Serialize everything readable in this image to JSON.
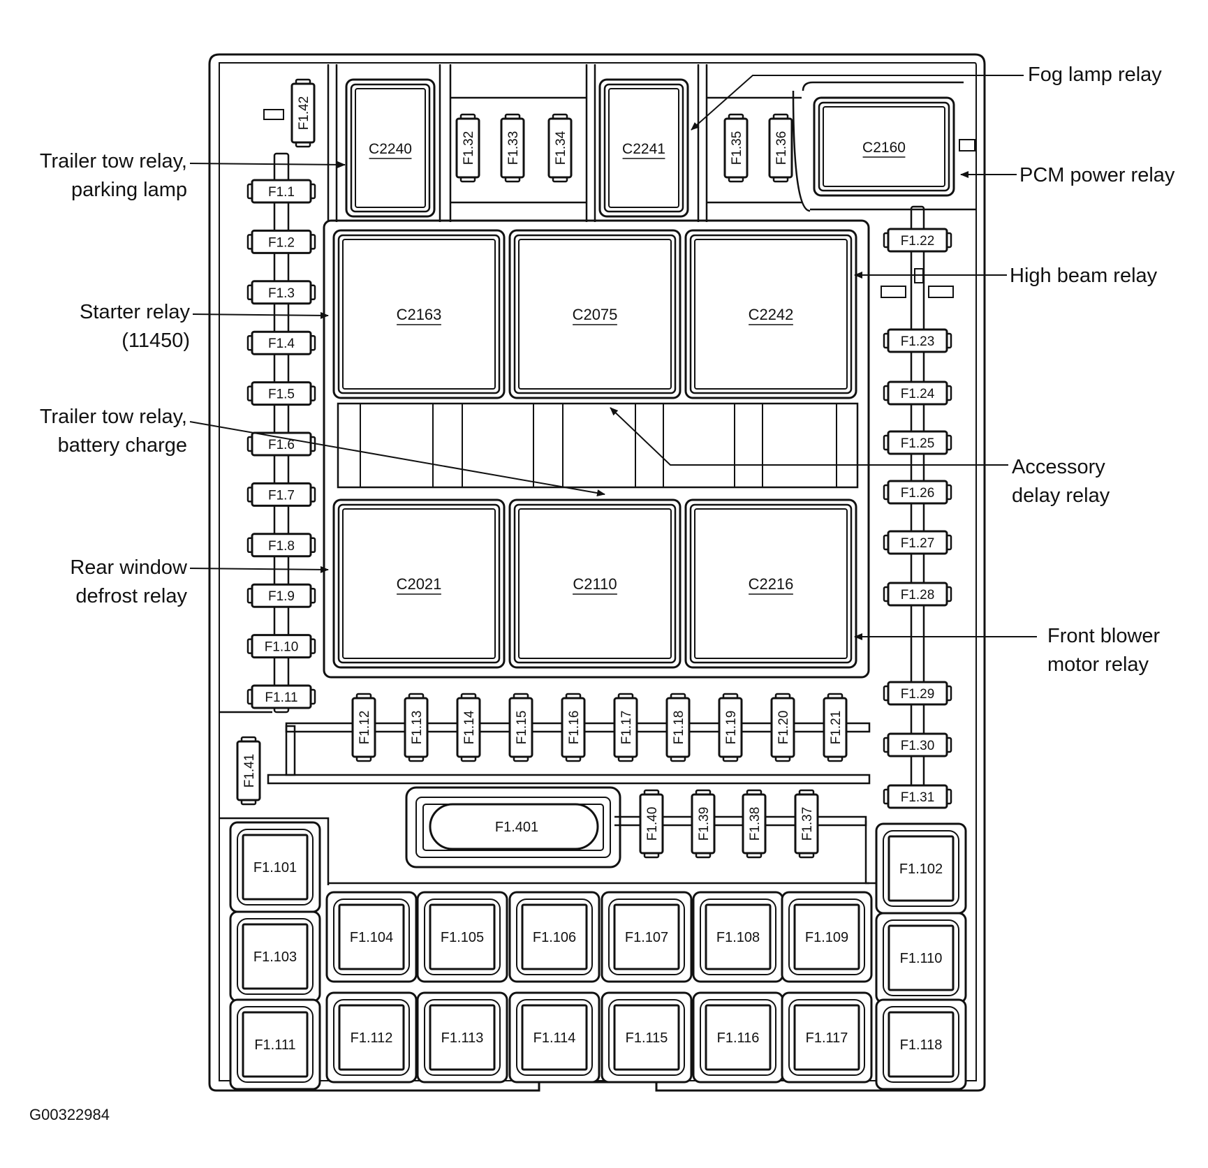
{
  "figure_id": "G00322984",
  "callouts": [
    {
      "id": "trailer-tow-parking",
      "lines": [
        "Trailer tow relay,",
        "parking lamp"
      ]
    },
    {
      "id": "starter",
      "lines": [
        "Starter relay",
        "(11450)"
      ]
    },
    {
      "id": "trailer-tow-battery",
      "lines": [
        "Trailer tow relay,",
        "battery charge"
      ]
    },
    {
      "id": "rear-window-defrost",
      "lines": [
        "Rear window",
        "defrost relay"
      ]
    },
    {
      "id": "fog-lamp",
      "lines": [
        "Fog lamp relay"
      ]
    },
    {
      "id": "pcm-power",
      "lines": [
        "PCM power relay"
      ]
    },
    {
      "id": "high-beam",
      "lines": [
        "High beam relay"
      ]
    },
    {
      "id": "accessory-delay",
      "lines": [
        "Accessory",
        "delay relay"
      ]
    },
    {
      "id": "front-blower",
      "lines": [
        "Front blower",
        "motor relay"
      ]
    }
  ],
  "small_relays": [
    "C2240",
    "C2241",
    "C2160"
  ],
  "large_relays": [
    "C2163",
    "C2075",
    "C2242",
    "C2021",
    "C2110",
    "C2216"
  ],
  "left_fuses": [
    "F1.1",
    "F1.2",
    "F1.3",
    "F1.4",
    "F1.5",
    "F1.6",
    "F1.7",
    "F1.8",
    "F1.9",
    "F1.10",
    "F1.11"
  ],
  "right_fuses": [
    "F1.22",
    "F1.23",
    "F1.24",
    "F1.25",
    "F1.26",
    "F1.27",
    "F1.28",
    "F1.29",
    "F1.30",
    "F1.31"
  ],
  "top_fuses": [
    "F1.42",
    "F1.32",
    "F1.33",
    "F1.34",
    "F1.35",
    "F1.36"
  ],
  "middle_fuses": [
    "F1.12",
    "F1.13",
    "F1.14",
    "F1.15",
    "F1.16",
    "F1.17",
    "F1.18",
    "F1.19",
    "F1.20",
    "F1.21"
  ],
  "lower_fuses": [
    "F1.41",
    "F1.40",
    "F1.39",
    "F1.38",
    "F1.37"
  ],
  "maxi_fuse": "F1.401",
  "cartridge_fuses": [
    "F1.101",
    "F1.102",
    "F1.103",
    "F1.104",
    "F1.105",
    "F1.106",
    "F1.107",
    "F1.108",
    "F1.109",
    "F1.110",
    "F1.111",
    "F1.112",
    "F1.113",
    "F1.114",
    "F1.115",
    "F1.116",
    "F1.117",
    "F1.118"
  ]
}
